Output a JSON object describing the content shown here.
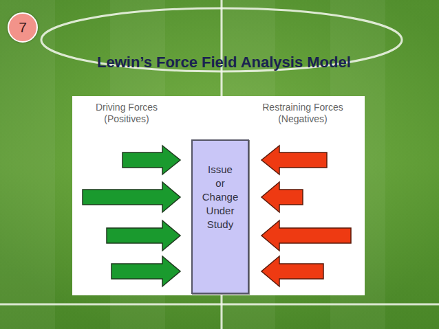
{
  "diagram": {
    "title": "Lewin’s Force Field Analysis Model",
    "nodes": [
      {
        "text": [
          "7"
        ]
      },
      {
        "text": [
          "Issue or Change Under Study"
        ]
      }
    ],
    "labels": [
      "Driving Forces (Positives)",
      "Restraining Forces (Negatives)"
    ]
  }
}
